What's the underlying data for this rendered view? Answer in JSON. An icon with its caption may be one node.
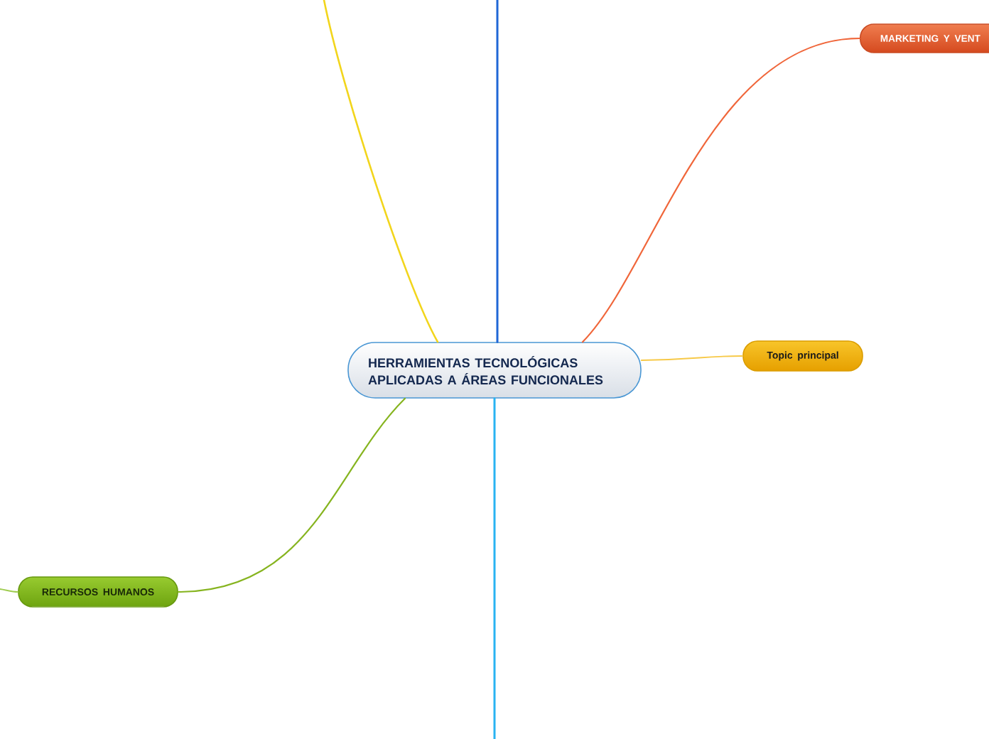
{
  "diagram": {
    "nodes": [
      {
        "text": [
          "HERRAMIENTAS TECNOLÓGICAS APLICADAS A ÁREAS FUNCIONALES"
        ]
      },
      {
        "text": [
          "MARKETING Y VENT"
        ]
      },
      {
        "text": [
          "Topic principal"
        ]
      },
      {
        "text": [
          "RECURSOS HUMANOS"
        ]
      }
    ],
    "edges": [
      {
        "from": 0,
        "to": null,
        "arrow": "none",
        "color": "#f2d51c"
      },
      {
        "from": 0,
        "to": null,
        "arrow": "none",
        "color": "#1f66d6"
      },
      {
        "from": 0,
        "to": 1,
        "arrow": "none",
        "color": "#f0663a"
      },
      {
        "from": 0,
        "to": 2,
        "arrow": "none",
        "color": "#f7c948"
      },
      {
        "from": 0,
        "to": 3,
        "arrow": "none",
        "color": "#86b41f"
      },
      {
        "from": 0,
        "to": null,
        "arrow": "none",
        "color": "#29b3f2"
      },
      {
        "from": 3,
        "to": null,
        "arrow": "none",
        "color": "#9fcc50"
      }
    ]
  }
}
